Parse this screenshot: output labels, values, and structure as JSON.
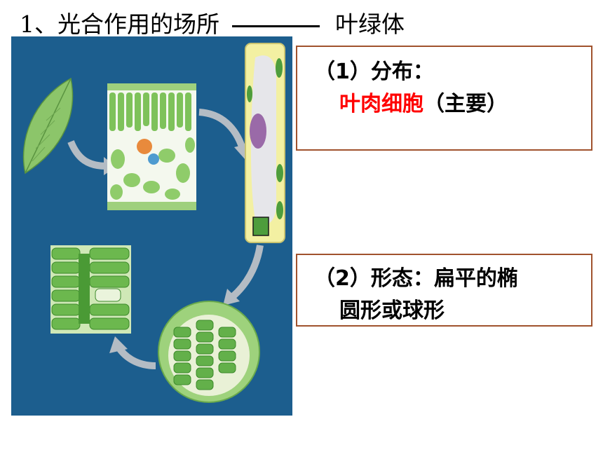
{
  "title": {
    "prefix": "1、光合作用的场所",
    "answer": "叶绿体"
  },
  "figure": {
    "background_color": "#1c5e8e",
    "icons": [
      "leaf-icon",
      "leaf-cross-section-icon",
      "plant-cell-icon",
      "chloroplast-icon",
      "grana-closeup-icon"
    ]
  },
  "distribution": {
    "heading": "（1）分布：",
    "primary": "叶肉细胞",
    "note": "（主要）",
    "primary_color": "#ff0000"
  },
  "shape": {
    "heading": "（2）形态：扁平的椭",
    "continuation": "圆形或球形"
  }
}
